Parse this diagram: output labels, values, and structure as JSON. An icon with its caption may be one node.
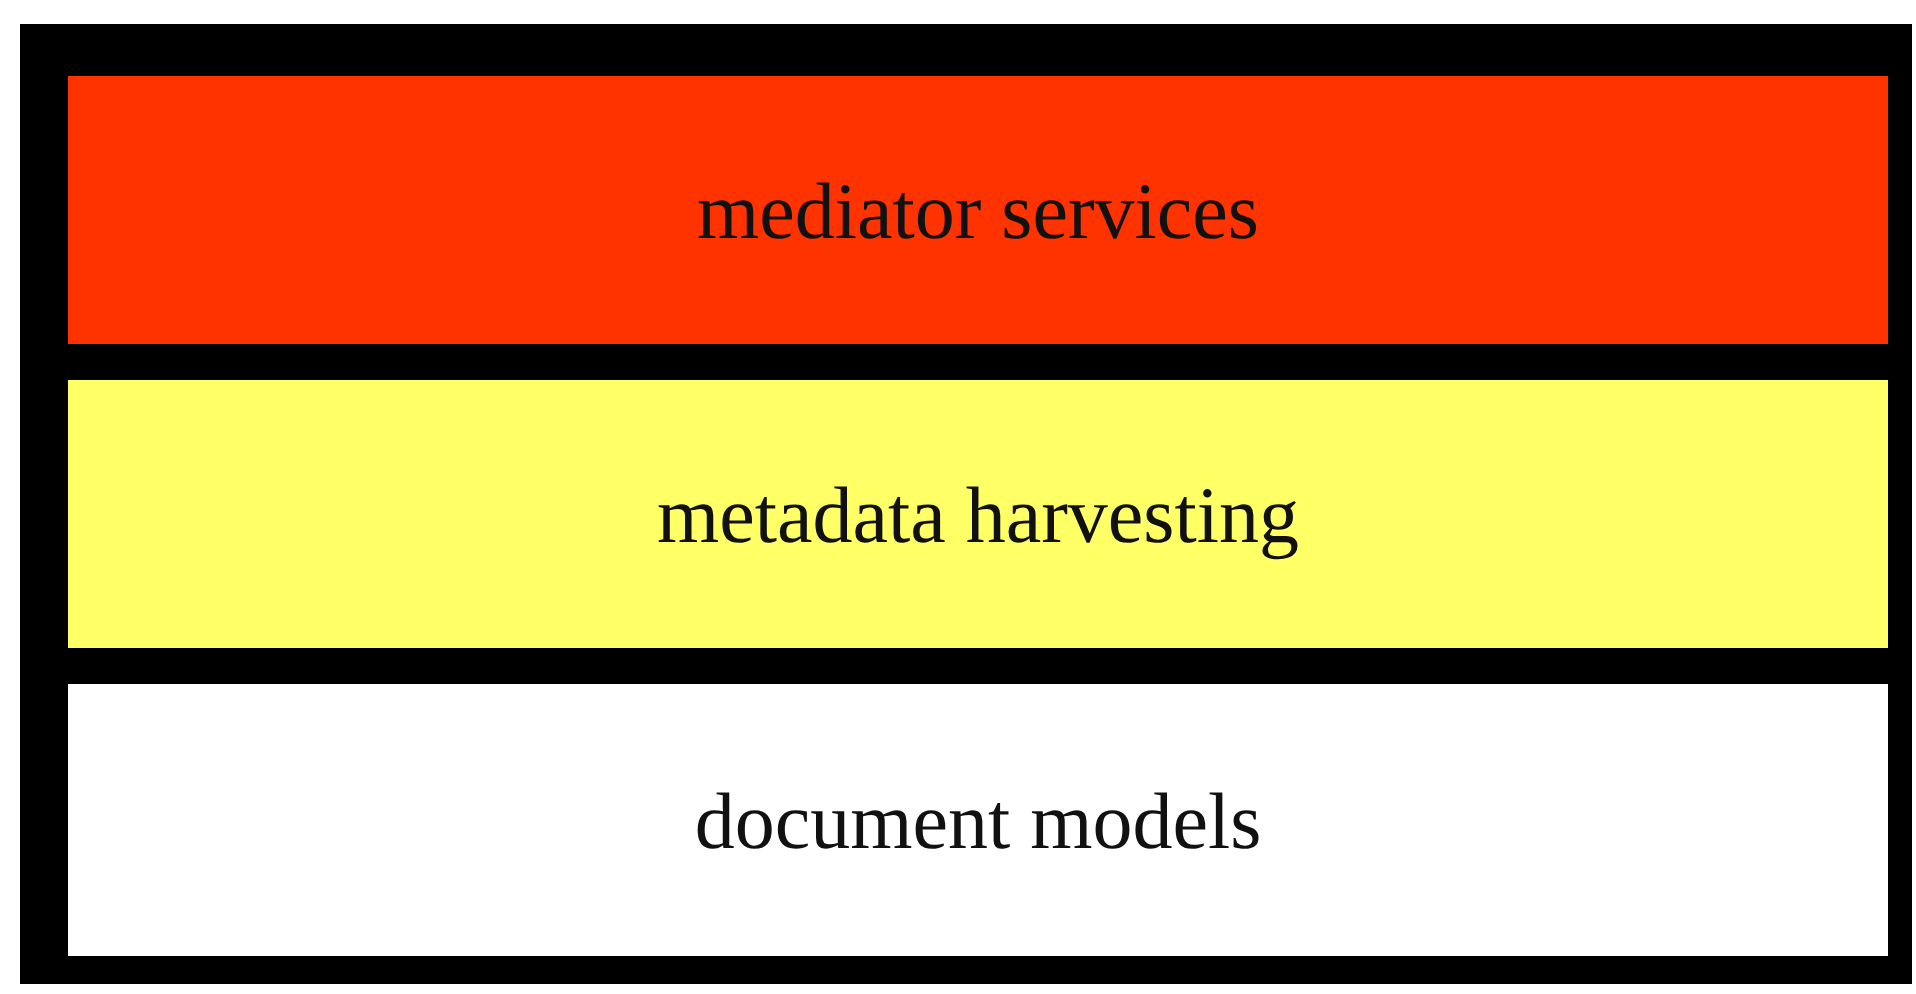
{
  "diagram": {
    "nodes": [
      {
        "text": [],
        "shape": "box"
      },
      {
        "text": [
          "mediator services"
        ],
        "in": 0
      },
      {
        "text": [
          "metadata harvesting"
        ],
        "in": 0
      },
      {
        "text": [
          "document models"
        ],
        "in": 0
      }
    ]
  }
}
